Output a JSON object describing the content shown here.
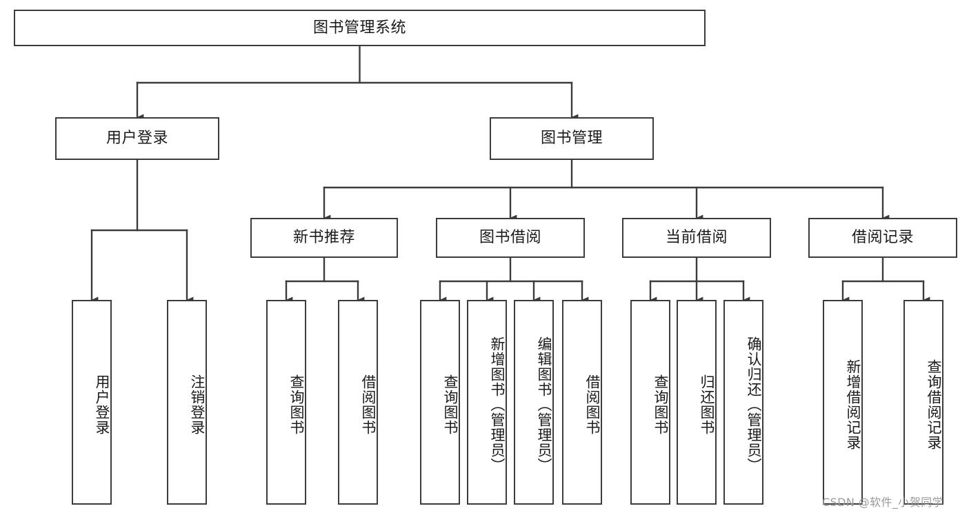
{
  "diagram": {
    "type": "tree-hierarchy",
    "title_node": {
      "label": "图书管理系统"
    },
    "level2": [
      {
        "id": "user-login",
        "label": "用户登录"
      },
      {
        "id": "book-management",
        "label": "图书管理"
      }
    ],
    "level3": [
      {
        "id": "new-book-recommend",
        "label": "新书推荐",
        "parent": "book-management"
      },
      {
        "id": "book-borrow",
        "label": "图书借阅",
        "parent": "book-management"
      },
      {
        "id": "current-borrow",
        "label": "当前借阅",
        "parent": "book-management"
      },
      {
        "id": "borrow-record",
        "label": "借阅记录",
        "parent": "book-management"
      }
    ],
    "leaves": [
      {
        "id": "leaf-user-login",
        "label": "用户登录",
        "parent": "user-login"
      },
      {
        "id": "leaf-logout-login",
        "label": "注销登录",
        "parent": "user-login"
      },
      {
        "id": "leaf-query-book-1",
        "label": "查询图书",
        "parent": "new-book-recommend"
      },
      {
        "id": "leaf-borrow-book-1",
        "label": "借阅图书",
        "parent": "new-book-recommend"
      },
      {
        "id": "leaf-query-book-2",
        "label": "查询图书",
        "parent": "book-borrow"
      },
      {
        "id": "leaf-add-book",
        "label": "新增图书（管理员）",
        "parent": "book-borrow"
      },
      {
        "id": "leaf-edit-book",
        "label": "编辑图书（管理员）",
        "parent": "book-borrow"
      },
      {
        "id": "leaf-borrow-book-2",
        "label": "借阅图书",
        "parent": "book-borrow"
      },
      {
        "id": "leaf-query-book-3",
        "label": "查询图书",
        "parent": "current-borrow"
      },
      {
        "id": "leaf-return-book",
        "label": "归还图书",
        "parent": "current-borrow"
      },
      {
        "id": "leaf-confirm-return",
        "label": "确认归还（管理员）",
        "parent": "current-borrow"
      },
      {
        "id": "leaf-add-borrow-record",
        "label": "新增借阅记录",
        "parent": "borrow-record"
      },
      {
        "id": "leaf-query-borrow-record",
        "label": "查询借阅记录",
        "parent": "borrow-record"
      }
    ],
    "colors": {
      "box_border": "#3b3b3b",
      "box_fill": "#ffffff",
      "connector": "#3b3b3b",
      "text": "#1a1a1a",
      "watermark": "#9a9a9a",
      "background": "#ffffff"
    }
  },
  "watermark": {
    "text": "CSDN @软件_小贺同学"
  }
}
